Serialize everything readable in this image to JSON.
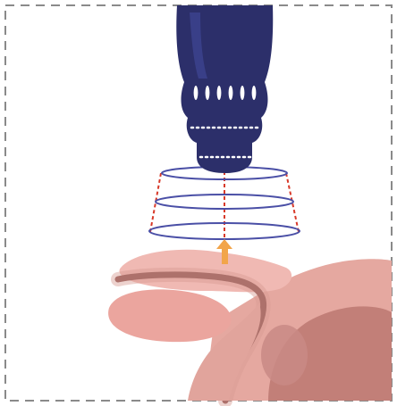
{
  "figure": {
    "frame_style": "dashed",
    "elements": [
      "device-head",
      "lens-port-marks",
      "focusing-rings",
      "energy-cone",
      "treatment-arrow",
      "anatomy-cross-section"
    ]
  },
  "colors": {
    "frame": "#8a8a8a",
    "device_body": "#2c2f6a",
    "device_highlight": "#3d4390",
    "rings": "#4a4fa6",
    "cone_lines": "#d83a2a",
    "arrow": "#f2a54a",
    "tissue_light": "#f0b9b3",
    "tissue_mid": "#d89b93",
    "tissue_dark": "#b5726b",
    "duct": "#8a4f4b",
    "organ": "#c98a85"
  }
}
